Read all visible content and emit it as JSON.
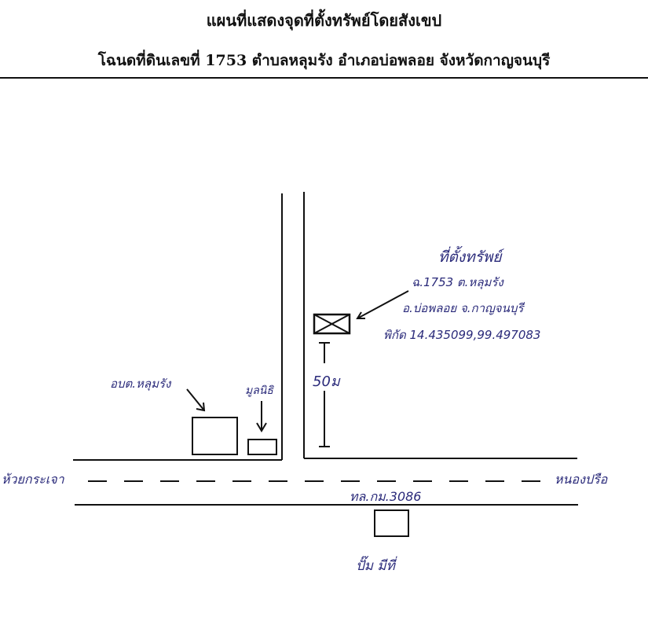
{
  "header": {
    "title": "แผนที่แสดงจุดที่ตั้งทรัพย์โดยสังเขป",
    "subtitle": "โฉนดที่ดินเลขที่ 1753 ตำบลหลุมรัง อำเภอบ่อพลอย จังหวัดกาญจนบุรี"
  },
  "map": {
    "property": {
      "label": "ที่ตั้งทรัพย์",
      "line1": "ฉ.1753   ต.หลุมรัง",
      "line2": "อ.บ่อพลอย จ.กาญจนบุรี",
      "line3": "พิกัด 14.435099,99.497083"
    },
    "distance_label": "50ม",
    "landmarks": {
      "tambon_office": "อบต.หลุมรัง",
      "foundation": "มูลนิธิ",
      "gas_station": "ปั๊ม มีที่"
    },
    "road": {
      "name": "ทล.กม.3086",
      "left_direction": "ห้วยกระเจา",
      "right_direction": "หนองปรือ"
    },
    "colors": {
      "ink": "#111111",
      "pen": "#2a2a7a",
      "background": "#ffffff"
    }
  }
}
